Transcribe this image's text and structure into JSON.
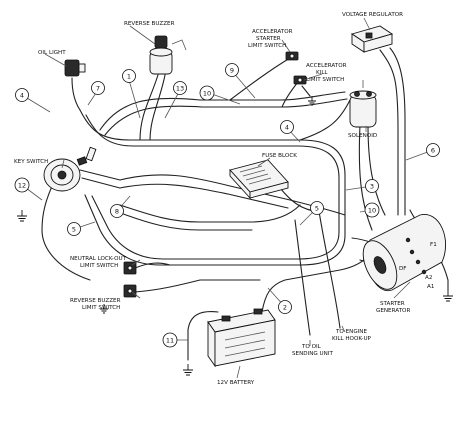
{
  "components": {
    "reverse_buzzer": "REVERSE BUZZER",
    "oil_light": "OIL LIGHT",
    "voltage_regulator": "VOLTAGE REGULATOR",
    "accel_starter_switch_l1": "ACCELERATOR",
    "accel_starter_switch_l2": "STARTER",
    "accel_starter_switch_l3": "LIMIT SWITCH",
    "accel_kill_switch_l1": "ACCELERATOR",
    "accel_kill_switch_l2": "KILL",
    "accel_kill_switch_l3": "LIMIT SWITCH",
    "solenoid": "SOLENOID",
    "key_switch": "KEY SWITCH",
    "fuse_block": "FUSE BLOCK",
    "neutral_lockout_l1": "NEUTRAL LOCK-OUT",
    "neutral_lockout_l2": "LIMIT SWITCH",
    "reverse_buzzer_switch_l1": "REVERSE BUZZER",
    "reverse_buzzer_switch_l2": "LIMIT SWITCH",
    "starter_generator_l1": "STARTER",
    "starter_generator_l2": "GENERATOR",
    "battery": "12V BATTERY",
    "to_oil_l1": "TO OIL",
    "to_oil_l2": "SENDING UNIT",
    "to_engine_l1": "TO ENGINE",
    "to_engine_l2": "KILL HOOK-UP"
  },
  "terminals": {
    "f1": "F1",
    "df": "DF",
    "a2": "A2",
    "a1": "A1"
  },
  "wire_numbers": {
    "w1": "1",
    "w2": "2",
    "w3": "3",
    "w4a": "4",
    "w4b": "4",
    "w5a": "5",
    "w5b": "5",
    "w6": "6",
    "w7": "7",
    "w8": "8",
    "w9": "9",
    "w10a": "10",
    "w10b": "10",
    "w11": "11",
    "w12": "12",
    "w13": "13"
  }
}
